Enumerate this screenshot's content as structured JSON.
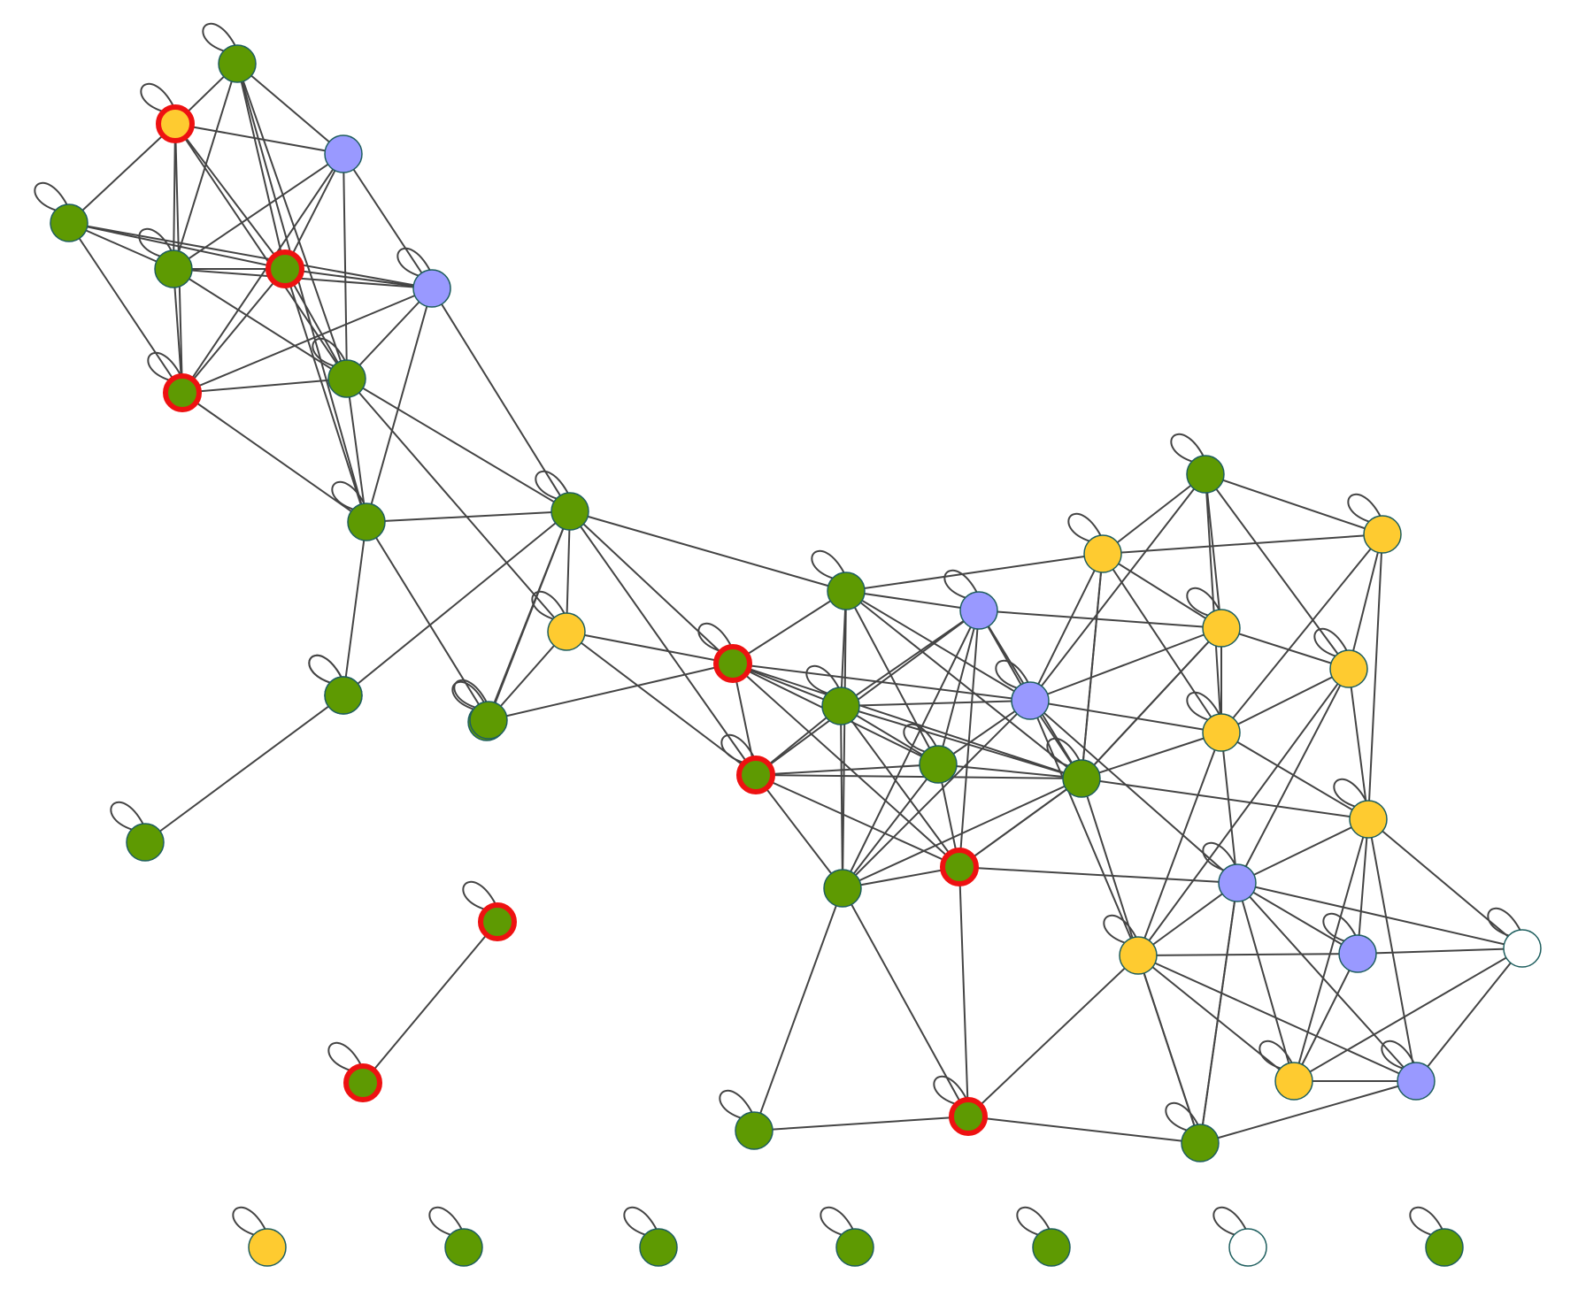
{
  "colors": {
    "green": "#5e9a02",
    "yellow": "#fecb30",
    "purple": "#9999ff",
    "white": "#ffffff",
    "edge": "#444444",
    "node_stroke": "#1f5f5f",
    "highlight_ring": "#ee1111"
  },
  "graph": {
    "nodes": [
      {
        "id": "n1",
        "color": "green",
        "highlighted": false,
        "self_loop": true
      },
      {
        "id": "n2",
        "color": "yellow",
        "highlighted": true,
        "self_loop": true
      },
      {
        "id": "n3",
        "color": "purple",
        "highlighted": false,
        "self_loop": false
      },
      {
        "id": "n4",
        "color": "green",
        "highlighted": false,
        "self_loop": true
      },
      {
        "id": "n5",
        "color": "green",
        "highlighted": false,
        "self_loop": true
      },
      {
        "id": "n6",
        "color": "green",
        "highlighted": true,
        "self_loop": false
      },
      {
        "id": "n7",
        "color": "purple",
        "highlighted": false,
        "self_loop": true
      },
      {
        "id": "n8",
        "color": "green",
        "highlighted": true,
        "self_loop": true
      },
      {
        "id": "n9",
        "color": "green",
        "highlighted": false,
        "self_loop": true
      },
      {
        "id": "n10",
        "color": "green",
        "highlighted": false,
        "self_loop": true
      },
      {
        "id": "n11",
        "color": "green",
        "highlighted": false,
        "self_loop": true
      },
      {
        "id": "n12",
        "color": "yellow",
        "highlighted": false,
        "self_loop": true
      },
      {
        "id": "n13",
        "color": "green",
        "highlighted": false,
        "self_loop": true
      },
      {
        "id": "n14",
        "color": "green",
        "highlighted": false,
        "self_loop": true
      },
      {
        "id": "n15",
        "color": "green",
        "highlighted": false,
        "self_loop": true
      },
      {
        "id": "n16",
        "color": "green",
        "highlighted": true,
        "self_loop": true
      },
      {
        "id": "n17",
        "color": "green",
        "highlighted": true,
        "self_loop": true
      },
      {
        "id": "n18",
        "color": "green",
        "highlighted": false,
        "self_loop": true
      },
      {
        "id": "n19",
        "color": "purple",
        "highlighted": false,
        "self_loop": true
      },
      {
        "id": "n20",
        "color": "green",
        "highlighted": false,
        "self_loop": true
      },
      {
        "id": "n21",
        "color": "green",
        "highlighted": false,
        "self_loop": true
      },
      {
        "id": "n22",
        "color": "purple",
        "highlighted": false,
        "self_loop": true
      },
      {
        "id": "n23",
        "color": "green",
        "highlighted": false,
        "self_loop": false
      },
      {
        "id": "n24",
        "color": "green",
        "highlighted": false,
        "self_loop": true
      },
      {
        "id": "n25",
        "color": "green",
        "highlighted": true,
        "self_loop": true
      },
      {
        "id": "n26",
        "color": "green",
        "highlighted": true,
        "self_loop": false
      },
      {
        "id": "n27",
        "color": "green",
        "highlighted": false,
        "self_loop": true
      },
      {
        "id": "n28",
        "color": "yellow",
        "highlighted": false,
        "self_loop": true
      },
      {
        "id": "n29",
        "color": "green",
        "highlighted": false,
        "self_loop": true
      },
      {
        "id": "n30",
        "color": "yellow",
        "highlighted": false,
        "self_loop": true
      },
      {
        "id": "n31",
        "color": "yellow",
        "highlighted": false,
        "self_loop": true
      },
      {
        "id": "n32",
        "color": "yellow",
        "highlighted": false,
        "self_loop": true
      },
      {
        "id": "n33",
        "color": "yellow",
        "highlighted": false,
        "self_loop": true
      },
      {
        "id": "n34",
        "color": "yellow",
        "highlighted": false,
        "self_loop": true
      },
      {
        "id": "n35",
        "color": "purple",
        "highlighted": false,
        "self_loop": true
      },
      {
        "id": "n36",
        "color": "yellow",
        "highlighted": false,
        "self_loop": true
      },
      {
        "id": "n37",
        "color": "purple",
        "highlighted": false,
        "self_loop": true
      },
      {
        "id": "n38",
        "color": "white",
        "highlighted": false,
        "self_loop": true
      },
      {
        "id": "n39",
        "color": "yellow",
        "highlighted": false,
        "self_loop": true
      },
      {
        "id": "n40",
        "color": "purple",
        "highlighted": false,
        "self_loop": true
      },
      {
        "id": "n41",
        "color": "green",
        "highlighted": false,
        "self_loop": true
      },
      {
        "id": "n42",
        "color": "green",
        "highlighted": false,
        "self_loop": true
      },
      {
        "id": "n43",
        "color": "green",
        "highlighted": false,
        "self_loop": true
      },
      {
        "id": "n44",
        "color": "green",
        "highlighted": true,
        "self_loop": true
      },
      {
        "id": "n45",
        "color": "green",
        "highlighted": true,
        "self_loop": true
      },
      {
        "id": "i1",
        "color": "yellow",
        "highlighted": false,
        "self_loop": true
      },
      {
        "id": "i2",
        "color": "green",
        "highlighted": false,
        "self_loop": true
      },
      {
        "id": "i3",
        "color": "green",
        "highlighted": false,
        "self_loop": true
      },
      {
        "id": "i4",
        "color": "green",
        "highlighted": false,
        "self_loop": true
      },
      {
        "id": "i5",
        "color": "green",
        "highlighted": false,
        "self_loop": true
      },
      {
        "id": "i6",
        "color": "white",
        "highlighted": false,
        "self_loop": true
      },
      {
        "id": "i7",
        "color": "green",
        "highlighted": false,
        "self_loop": true
      }
    ],
    "edges": [
      [
        "n1",
        "n2"
      ],
      [
        "n1",
        "n3"
      ],
      [
        "n1",
        "n5"
      ],
      [
        "n1",
        "n6"
      ],
      [
        "n1",
        "n9"
      ],
      [
        "n1",
        "n10"
      ],
      [
        "n2",
        "n3"
      ],
      [
        "n2",
        "n4"
      ],
      [
        "n2",
        "n5"
      ],
      [
        "n2",
        "n6"
      ],
      [
        "n2",
        "n8"
      ],
      [
        "n2",
        "n9"
      ],
      [
        "n3",
        "n5"
      ],
      [
        "n3",
        "n6"
      ],
      [
        "n3",
        "n7"
      ],
      [
        "n3",
        "n8"
      ],
      [
        "n3",
        "n9"
      ],
      [
        "n4",
        "n5"
      ],
      [
        "n4",
        "n6"
      ],
      [
        "n4",
        "n7"
      ],
      [
        "n4",
        "n8"
      ],
      [
        "n5",
        "n6"
      ],
      [
        "n5",
        "n7"
      ],
      [
        "n5",
        "n8"
      ],
      [
        "n5",
        "n9"
      ],
      [
        "n6",
        "n7"
      ],
      [
        "n6",
        "n8"
      ],
      [
        "n6",
        "n9"
      ],
      [
        "n6",
        "n10"
      ],
      [
        "n7",
        "n8"
      ],
      [
        "n7",
        "n9"
      ],
      [
        "n7",
        "n10"
      ],
      [
        "n7",
        "n11"
      ],
      [
        "n8",
        "n9"
      ],
      [
        "n8",
        "n10"
      ],
      [
        "n9",
        "n10"
      ],
      [
        "n9",
        "n11"
      ],
      [
        "n9",
        "n12"
      ],
      [
        "n10",
        "n11"
      ],
      [
        "n10",
        "n13"
      ],
      [
        "n11",
        "n12"
      ],
      [
        "n11",
        "n14"
      ],
      [
        "n11",
        "n15"
      ],
      [
        "n11",
        "n16"
      ],
      [
        "n11",
        "n17"
      ],
      [
        "n11",
        "n13"
      ],
      [
        "n12",
        "n14"
      ],
      [
        "n12",
        "n16"
      ],
      [
        "n12",
        "n17"
      ],
      [
        "n13",
        "n42"
      ],
      [
        "n15",
        "n16"
      ],
      [
        "n15",
        "n18"
      ],
      [
        "n15",
        "n19"
      ],
      [
        "n15",
        "n20"
      ],
      [
        "n15",
        "n21"
      ],
      [
        "n15",
        "n22"
      ],
      [
        "n15",
        "n23"
      ],
      [
        "n15",
        "n28"
      ],
      [
        "n16",
        "n18"
      ],
      [
        "n16",
        "n20"
      ],
      [
        "n16",
        "n21"
      ],
      [
        "n16",
        "n26"
      ],
      [
        "n16",
        "n17"
      ],
      [
        "n16",
        "n22"
      ],
      [
        "n17",
        "n18"
      ],
      [
        "n17",
        "n19"
      ],
      [
        "n17",
        "n20"
      ],
      [
        "n17",
        "n21"
      ],
      [
        "n17",
        "n23"
      ],
      [
        "n17",
        "n26"
      ],
      [
        "n18",
        "n19"
      ],
      [
        "n18",
        "n20"
      ],
      [
        "n18",
        "n21"
      ],
      [
        "n18",
        "n22"
      ],
      [
        "n18",
        "n23"
      ],
      [
        "n18",
        "n26"
      ],
      [
        "n19",
        "n20"
      ],
      [
        "n19",
        "n21"
      ],
      [
        "n19",
        "n22"
      ],
      [
        "n19",
        "n23"
      ],
      [
        "n19",
        "n30"
      ],
      [
        "n19",
        "n26"
      ],
      [
        "n20",
        "n21"
      ],
      [
        "n20",
        "n22"
      ],
      [
        "n20",
        "n23"
      ],
      [
        "n20",
        "n26"
      ],
      [
        "n21",
        "n22"
      ],
      [
        "n21",
        "n23"
      ],
      [
        "n21",
        "n26"
      ],
      [
        "n21",
        "n28"
      ],
      [
        "n21",
        "n30"
      ],
      [
        "n21",
        "n31"
      ],
      [
        "n21",
        "n34"
      ],
      [
        "n21",
        "n36"
      ],
      [
        "n22",
        "n23"
      ],
      [
        "n22",
        "n28"
      ],
      [
        "n22",
        "n29"
      ],
      [
        "n22",
        "n30"
      ],
      [
        "n22",
        "n31"
      ],
      [
        "n22",
        "n36"
      ],
      [
        "n22",
        "n35"
      ],
      [
        "n23",
        "n26"
      ],
      [
        "n23",
        "n24"
      ],
      [
        "n23",
        "n25"
      ],
      [
        "n24",
        "n25"
      ],
      [
        "n25",
        "n26"
      ],
      [
        "n25",
        "n36"
      ],
      [
        "n25",
        "n27"
      ],
      [
        "n26",
        "n35"
      ],
      [
        "n26",
        "n21"
      ],
      [
        "n27",
        "n35"
      ],
      [
        "n27",
        "n40"
      ],
      [
        "n27",
        "n36"
      ],
      [
        "n28",
        "n29"
      ],
      [
        "n28",
        "n30"
      ],
      [
        "n28",
        "n31"
      ],
      [
        "n28",
        "n32"
      ],
      [
        "n28",
        "n21"
      ],
      [
        "n29",
        "n30"
      ],
      [
        "n29",
        "n31"
      ],
      [
        "n29",
        "n32"
      ],
      [
        "n29",
        "n33"
      ],
      [
        "n30",
        "n31"
      ],
      [
        "n30",
        "n33"
      ],
      [
        "n30",
        "n21"
      ],
      [
        "n31",
        "n32"
      ],
      [
        "n31",
        "n33"
      ],
      [
        "n31",
        "n35"
      ],
      [
        "n31",
        "n34"
      ],
      [
        "n31",
        "n36"
      ],
      [
        "n32",
        "n33"
      ],
      [
        "n32",
        "n34"
      ],
      [
        "n33",
        "n34"
      ],
      [
        "n33",
        "n35"
      ],
      [
        "n33",
        "n36"
      ],
      [
        "n34",
        "n35"
      ],
      [
        "n34",
        "n37"
      ],
      [
        "n34",
        "n39"
      ],
      [
        "n34",
        "n40"
      ],
      [
        "n34",
        "n38"
      ],
      [
        "n35",
        "n36"
      ],
      [
        "n35",
        "n37"
      ],
      [
        "n35",
        "n38"
      ],
      [
        "n35",
        "n39"
      ],
      [
        "n35",
        "n40"
      ],
      [
        "n35",
        "n27"
      ],
      [
        "n36",
        "n37"
      ],
      [
        "n36",
        "n39"
      ],
      [
        "n36",
        "n40"
      ],
      [
        "n36",
        "n27"
      ],
      [
        "n37",
        "n38"
      ],
      [
        "n37",
        "n39"
      ],
      [
        "n38",
        "n39"
      ],
      [
        "n38",
        "n40"
      ],
      [
        "n39",
        "n40"
      ],
      [
        "n41",
        "n42"
      ],
      [
        "n43",
        "n10"
      ],
      [
        "n43",
        "n11"
      ],
      [
        "n43",
        "n16"
      ],
      [
        "n44",
        "n45"
      ]
    ]
  }
}
